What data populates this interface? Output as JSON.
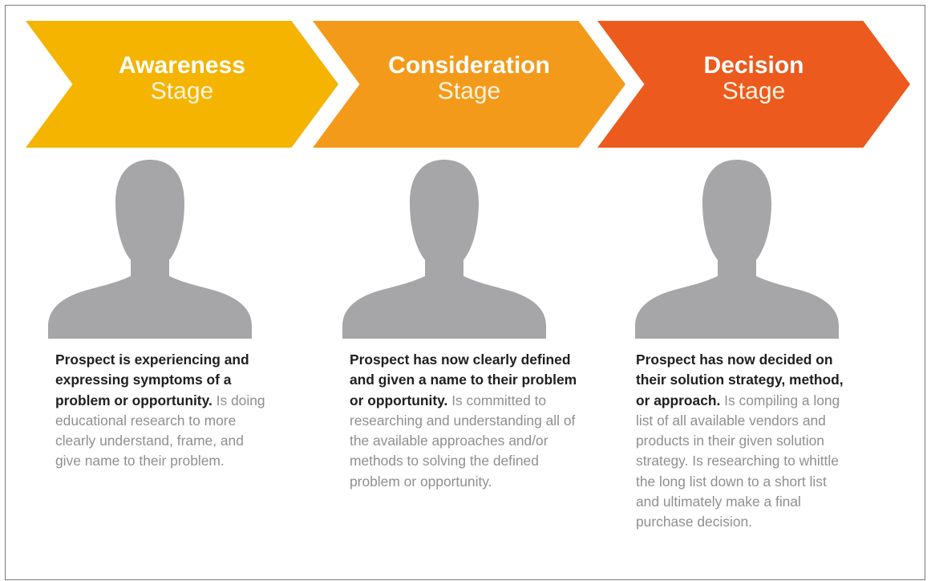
{
  "colors": {
    "awareness": "#f4b400",
    "consideration": "#f49a1a",
    "decision": "#ec5a1e",
    "silhouette": "#a6a6a8",
    "lead_text": "#1f1f1f",
    "body_text": "#8f8f8f"
  },
  "stages": [
    {
      "title": "Awareness",
      "subtitle": "Stage",
      "lead": "Prospect is experiencing and expressing symptoms of a problem or opportunity.",
      "body": "Is doing educational research to more clearly understand, frame, and give name to their problem."
    },
    {
      "title": "Consideration",
      "subtitle": "Stage",
      "lead": "Prospect has now clearly defined and given a name to their problem or opportunity.",
      "body": "Is committed to researching and understanding all of the available approaches and/or methods to solving the defined problem or opportunity."
    },
    {
      "title": "Decision",
      "subtitle": "Stage",
      "lead": "Prospect has now decided on their solution strategy, method, or approach.",
      "body": "Is compiling a long list of all available vendors and products in their given solution strategy. Is researching to whittle the long list down to a short list and ultimately make a final purchase decision."
    }
  ],
  "icons": {
    "person": "person-silhouette-icon"
  }
}
